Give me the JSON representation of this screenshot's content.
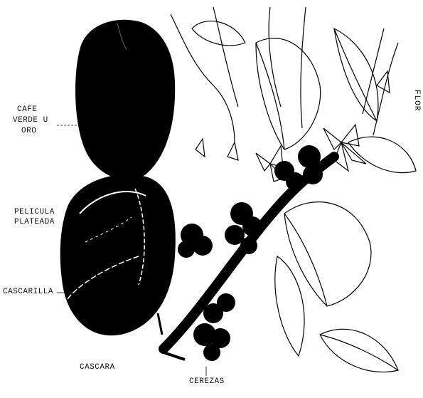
{
  "labels": {
    "cafe_verde_line1": "CAFE",
    "cafe_verde_line2": "VERDE U",
    "cafe_verde_line3": "ORO",
    "pelicula_line1": "PELICULA",
    "pelicula_line2": "PLATEADA",
    "cascarilla": "CASCARILLA",
    "cascara": "CASCARA",
    "cerezas": "CEREZAS",
    "flor": "FLOR"
  },
  "colors": {
    "ink": "#000000",
    "paper": "#ffffff"
  }
}
